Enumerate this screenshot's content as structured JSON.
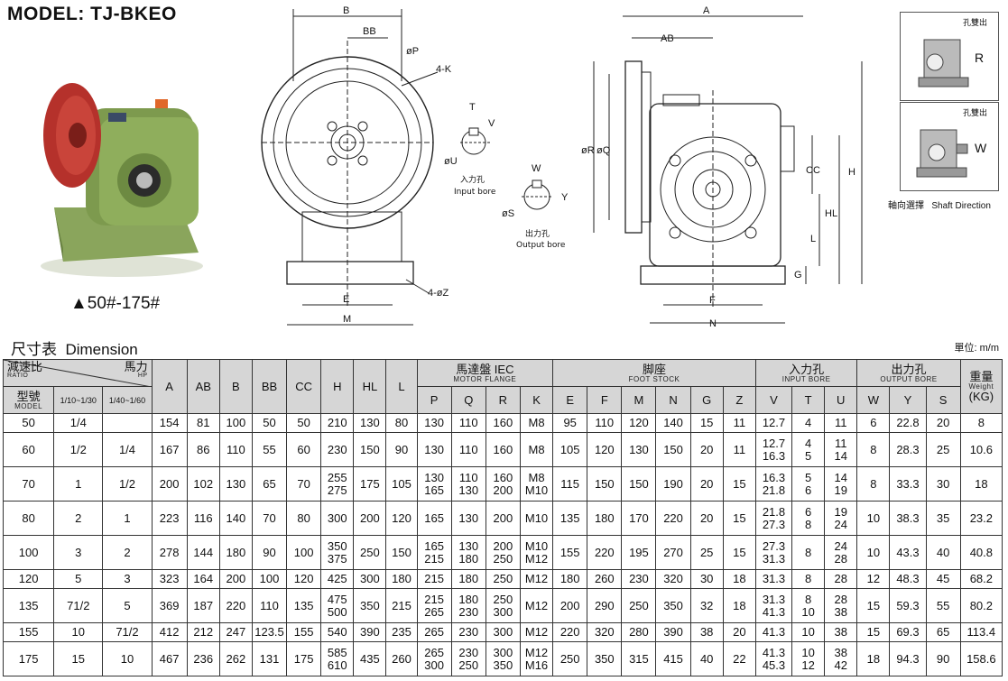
{
  "title": "MODEL: TJ-BKEO",
  "sizes_label": "▲50#-175#",
  "drawing_labels": {
    "B": "B",
    "BB": "BB",
    "P": "øP",
    "K": "4-K",
    "E": "E",
    "M": "M",
    "Z": "4-øZ",
    "T": "T",
    "V": "V",
    "U": "øU",
    "input_cn": "入力孔",
    "input_en": "Input bore",
    "W": "W",
    "Y": "Y",
    "S": "øS",
    "output_cn": "出力孔",
    "output_en": "Output bore",
    "A": "A",
    "AB": "AB",
    "R": "øR",
    "Q": "øQ",
    "CC": "CC",
    "H": "H",
    "HL": "HL",
    "L": "L",
    "G": "G",
    "F": "F",
    "N": "N"
  },
  "shaft_direction": {
    "box1_tag": "孔雙出",
    "box1_letter": "R",
    "box2_tag": "孔雙出",
    "box2_letter": "W",
    "caption_cn": "軸向選擇",
    "caption_en": "Shaft Direction"
  },
  "table_title_cn": "尺寸表",
  "table_title_en": "Dimension",
  "unit": "單位: m/m",
  "header": {
    "ratio_cn": "減速比",
    "ratio_en": "RATIO",
    "hp_cn": "馬力",
    "hp_en": "HP",
    "model_cn": "型號",
    "model_en": "MODEL",
    "hp_col1": "1/10~1/30",
    "hp_col2": "1/40~1/60",
    "A": "A",
    "AB": "AB",
    "B": "B",
    "BB": "BB",
    "CC": "CC",
    "H": "H",
    "HL": "HL",
    "L": "L",
    "motor_cn": "馬達盤 IEC",
    "motor_en": "MOTOR FLANGE",
    "foot_cn": "脚座",
    "foot_en": "FOOT STOCK",
    "input_cn": "入力孔",
    "input_en": "INPUT BORE",
    "output_cn": "出力孔",
    "output_en": "OUTPUT BORE",
    "weight_cn": "重量",
    "weight_en": "Weight",
    "weight_unit": "(KG)",
    "P": "P",
    "Q": "Q",
    "R": "R",
    "K": "K",
    "E": "E",
    "F": "F",
    "M": "M",
    "N": "N",
    "G": "G",
    "Z": "Z",
    "V": "V",
    "T": "T",
    "U": "U",
    "W": "W",
    "Y": "Y",
    "S": "S"
  },
  "rows": [
    [
      "50",
      "1/4",
      "",
      "154",
      "81",
      "100",
      "50",
      "50",
      "210",
      "130",
      "80",
      "130",
      "110",
      "160",
      "M8",
      "95",
      "110",
      "120",
      "140",
      "15",
      "11",
      "12.7",
      "4",
      "11",
      "6",
      "22.8",
      "20",
      "8"
    ],
    [
      "60",
      "1/2",
      "1/4",
      "167",
      "86",
      "110",
      "55",
      "60",
      "230",
      "150",
      "90",
      "130",
      "110",
      "160",
      "M8",
      "105",
      "120",
      "130",
      "150",
      "20",
      "11",
      "12.7\n16.3",
      "4\n5",
      "11\n14",
      "8",
      "28.3",
      "25",
      "10.6"
    ],
    [
      "70",
      "1",
      "1/2",
      "200",
      "102",
      "130",
      "65",
      "70",
      "255\n275",
      "175",
      "105",
      "130\n165",
      "110\n130",
      "160\n200",
      "M8\nM10",
      "115",
      "150",
      "150",
      "190",
      "20",
      "15",
      "16.3\n21.8",
      "5\n6",
      "14\n19",
      "8",
      "33.3",
      "30",
      "18"
    ],
    [
      "80",
      "2",
      "1",
      "223",
      "116",
      "140",
      "70",
      "80",
      "300",
      "200",
      "120",
      "165",
      "130",
      "200",
      "M10",
      "135",
      "180",
      "170",
      "220",
      "20",
      "15",
      "21.8\n27.3",
      "6\n8",
      "19\n24",
      "10",
      "38.3",
      "35",
      "23.2"
    ],
    [
      "100",
      "3",
      "2",
      "278",
      "144",
      "180",
      "90",
      "100",
      "350\n375",
      "250",
      "150",
      "165\n215",
      "130\n180",
      "200\n250",
      "M10\nM12",
      "155",
      "220",
      "195",
      "270",
      "25",
      "15",
      "27.3\n31.3",
      "8",
      "24\n28",
      "10",
      "43.3",
      "40",
      "40.8"
    ],
    [
      "120",
      "5",
      "3",
      "323",
      "164",
      "200",
      "100",
      "120",
      "425",
      "300",
      "180",
      "215",
      "180",
      "250",
      "M12",
      "180",
      "260",
      "230",
      "320",
      "30",
      "18",
      "31.3",
      "8",
      "28",
      "12",
      "48.3",
      "45",
      "68.2"
    ],
    [
      "135",
      "71/2",
      "5",
      "369",
      "187",
      "220",
      "110",
      "135",
      "475\n500",
      "350",
      "215",
      "215\n265",
      "180\n230",
      "250\n300",
      "M12",
      "200",
      "290",
      "250",
      "350",
      "32",
      "18",
      "31.3\n41.3",
      "8\n10",
      "28\n38",
      "15",
      "59.3",
      "55",
      "80.2"
    ],
    [
      "155",
      "10",
      "71/2",
      "412",
      "212",
      "247",
      "123.5",
      "155",
      "540",
      "390",
      "235",
      "265",
      "230",
      "300",
      "M12",
      "220",
      "320",
      "280",
      "390",
      "38",
      "20",
      "41.3",
      "10",
      "38",
      "15",
      "69.3",
      "65",
      "113.4"
    ],
    [
      "175",
      "15",
      "10",
      "467",
      "236",
      "262",
      "131",
      "175",
      "585\n610",
      "435",
      "260",
      "265\n300",
      "230\n250",
      "300\n350",
      "M12\nM16",
      "250",
      "350",
      "315",
      "415",
      "40",
      "22",
      "41.3\n45.3",
      "10\n12",
      "38\n42",
      "18",
      "94.3",
      "90",
      "158.6"
    ]
  ]
}
